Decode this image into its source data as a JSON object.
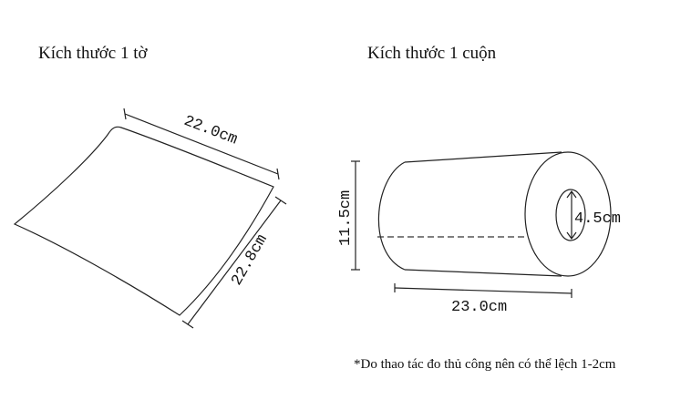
{
  "sheet": {
    "title": "Kích thước 1 tờ",
    "width_label": "22.0cm",
    "length_label": "22.8cm"
  },
  "roll": {
    "title": "Kích thước 1 cuộn",
    "height_label": "11.5cm",
    "core_label": "4.5cm",
    "length_label": "23.0cm"
  },
  "note": "*Do thao tác đo thủ công nên có thể lệch 1-2cm"
}
